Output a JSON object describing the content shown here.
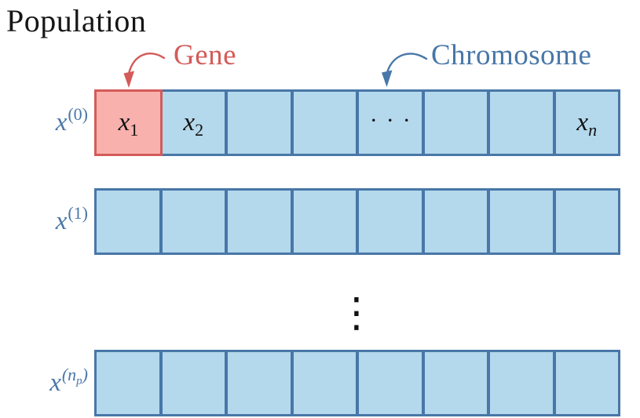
{
  "title": "Population",
  "annotations": {
    "gene": {
      "label": "Gene"
    },
    "chromosome": {
      "label": "Chromosome"
    }
  },
  "colors": {
    "gene_accent": "#d45b59",
    "gene_fill": "#f9b1ae",
    "chromosome_accent": "#4877a8",
    "cell_fill": "#b4d8ec",
    "text": "#161616"
  },
  "population": {
    "rows": [
      {
        "label": {
          "base": "x",
          "sup_pre": "(0)",
          "sup_sub": "",
          "sup_post": ""
        },
        "cells": [
          {
            "base": "x",
            "sub": "1",
            "highlight": true
          },
          {
            "base": "x",
            "sub": "2"
          },
          {},
          {},
          {
            "dots": "···"
          },
          {},
          {},
          {
            "base": "x",
            "sub": "n"
          }
        ]
      },
      {
        "label": {
          "base": "x",
          "sup_pre": "(1)",
          "sup_sub": "",
          "sup_post": ""
        },
        "cells": [
          {},
          {},
          {},
          {},
          {},
          {},
          {},
          {}
        ]
      },
      {
        "label": {
          "base": "x",
          "sup_pre": "(n",
          "sup_sub": "p",
          "sup_post": ")"
        },
        "cells": [
          {},
          {},
          {},
          {},
          {},
          {},
          {},
          {}
        ]
      }
    ],
    "row_ellipsis": "⋮"
  }
}
